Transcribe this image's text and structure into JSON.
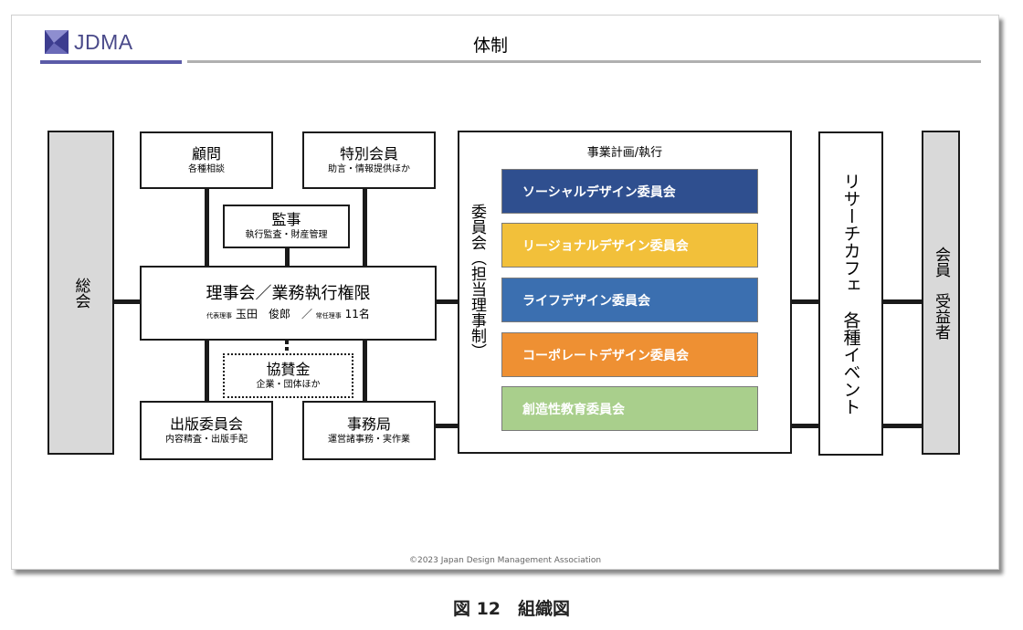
{
  "header": {
    "logo_text": "JDMA",
    "title": "体制"
  },
  "diagram": {
    "sokai": "総会",
    "komon": {
      "title": "顧問",
      "sub": "各種相談"
    },
    "tokubetsu": {
      "title": "特別会員",
      "sub": "助言・情報提供ほか"
    },
    "kanji": {
      "title": "監事",
      "sub": "執行監査・財産管理"
    },
    "rijikai": {
      "title": "理事会／業務執行権限",
      "role1": "代表理事",
      "name": "玉田　俊郎　／",
      "role2": "常任理事",
      "count": "11名"
    },
    "kyosan": {
      "title": "協賛金",
      "sub": "企業・団体ほか"
    },
    "shuppan": {
      "title": "出版委員会",
      "sub": "内容精査・出版手配"
    },
    "jimukyoku": {
      "title": "事務局",
      "sub": "運営諸事務・実作業"
    },
    "plan": {
      "heading": "事業計画/執行",
      "side_label": "委員会（担当理事制）"
    },
    "committees": [
      {
        "label": "ソーシャルデザイン委員会",
        "color": "#2f4f8f"
      },
      {
        "label": "リージョナルデザイン委員会",
        "color": "#f2c03a"
      },
      {
        "label": "ライフデザイン委員会",
        "color": "#3b6fb0"
      },
      {
        "label": "コーポレートデザイン委員会",
        "color": "#ee9033"
      },
      {
        "label": "創造性教育委員会",
        "color": "#a9cf8c"
      }
    ],
    "research": "リサーチカフェ　各種イベント",
    "members": "会員　受益者"
  },
  "footer": {
    "copyright": "©2023 Japan Design Management Association"
  },
  "caption": "図 12　組織図",
  "colors": {
    "bar_left": "#5b5ba8",
    "bar_right": "#b0b0b0",
    "gray_box": "#d9d9d9"
  }
}
